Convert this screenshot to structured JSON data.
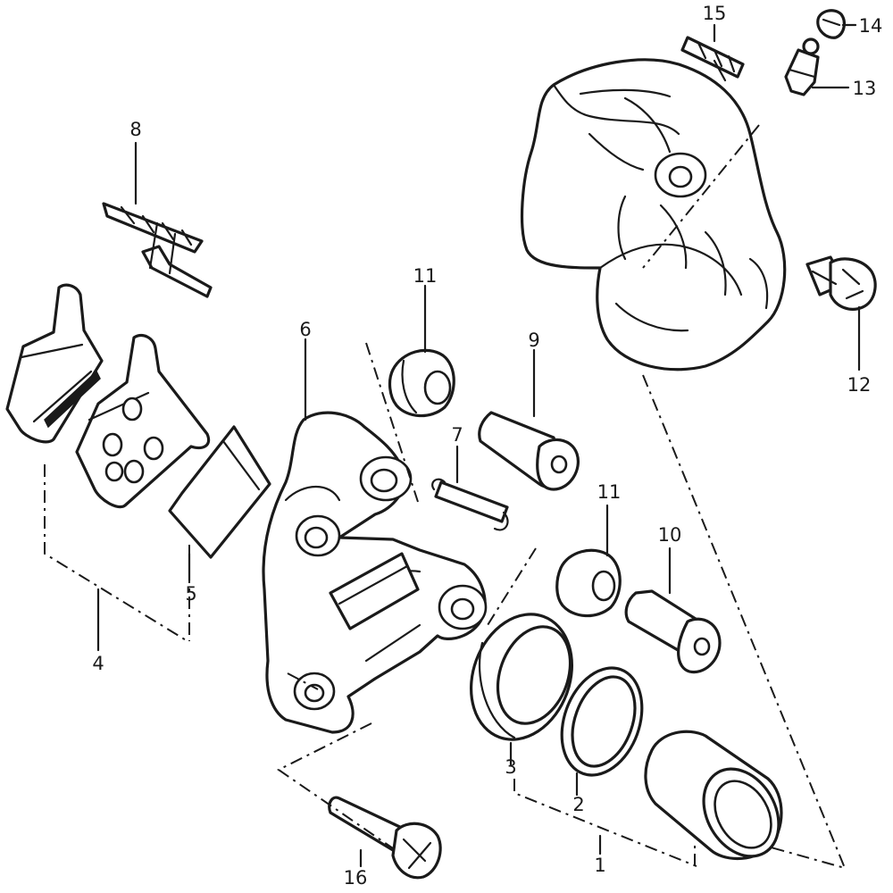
{
  "diagram": {
    "callouts": [
      {
        "id": "callout-14",
        "label": "14"
      },
      {
        "id": "callout-15",
        "label": "15"
      },
      {
        "id": "callout-13",
        "label": "13"
      },
      {
        "id": "callout-8",
        "label": "8"
      },
      {
        "id": "callout-11-top",
        "label": "11"
      },
      {
        "id": "callout-9",
        "label": "9"
      },
      {
        "id": "callout-6",
        "label": "6"
      },
      {
        "id": "callout-7",
        "label": "7"
      },
      {
        "id": "callout-12",
        "label": "12"
      },
      {
        "id": "callout-11-bottom",
        "label": "11"
      },
      {
        "id": "callout-10",
        "label": "10"
      },
      {
        "id": "callout-5",
        "label": "5"
      },
      {
        "id": "callout-4",
        "label": "4"
      },
      {
        "id": "callout-3",
        "label": "3"
      },
      {
        "id": "callout-2",
        "label": "2"
      },
      {
        "id": "callout-1",
        "label": "1"
      },
      {
        "id": "callout-16",
        "label": "16"
      }
    ]
  }
}
